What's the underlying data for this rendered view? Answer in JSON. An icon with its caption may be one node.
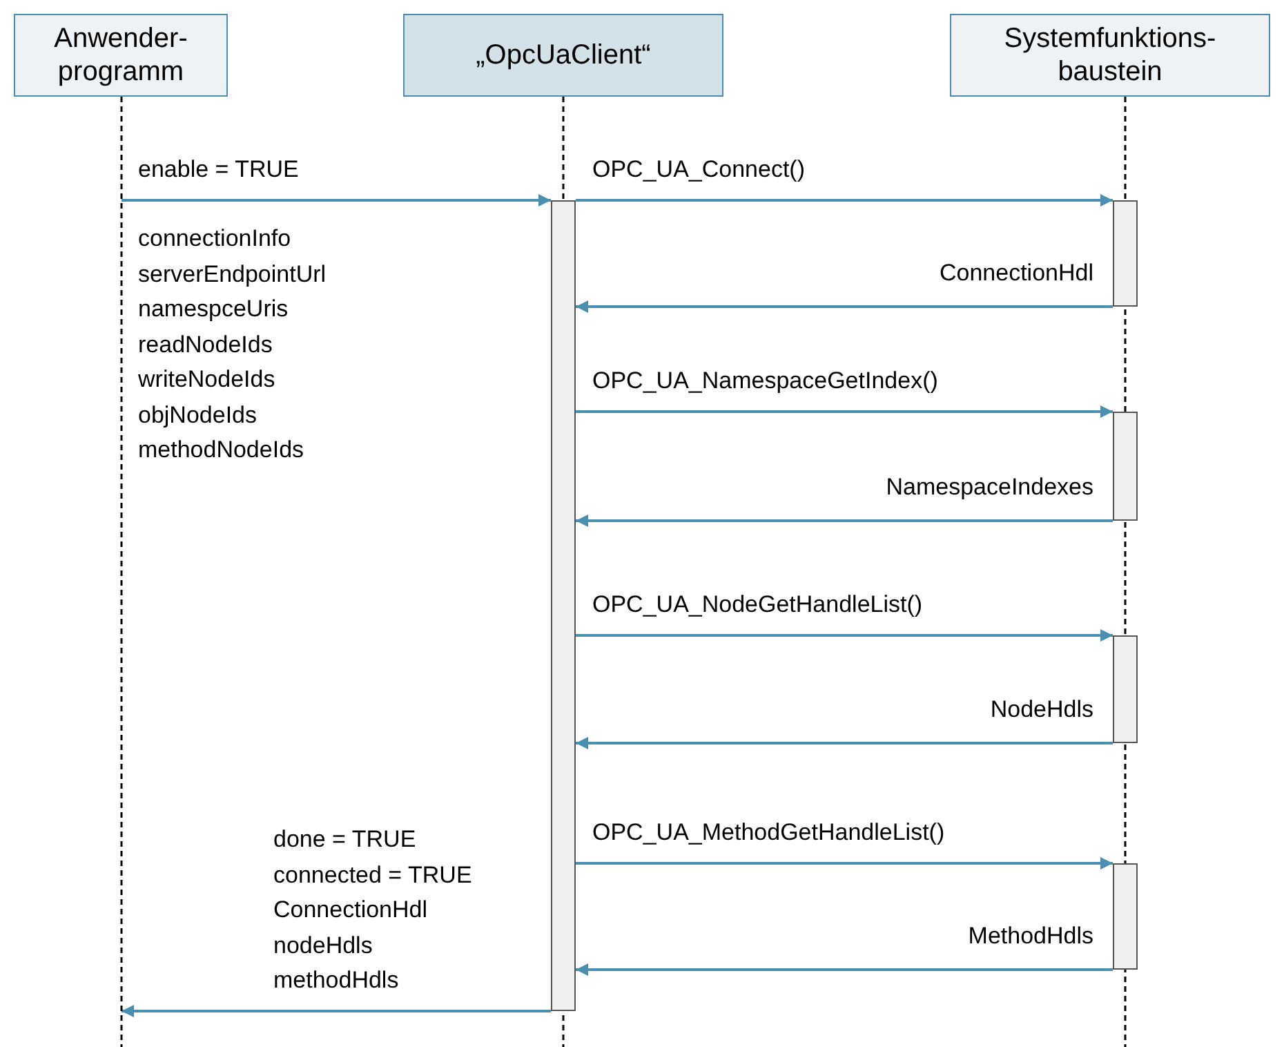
{
  "diagram": {
    "nodes": [
      {
        "text": [
          "Anwender-programm"
        ]
      },
      {
        "text": [
          "„OpcUaClient“"
        ]
      },
      {
        "text": [
          "Systemfunktions-baustein"
        ]
      },
      {
        "text": [],
        "shape": "line"
      },
      {
        "text": [],
        "shape": "bar"
      },
      {
        "text": [],
        "shape": "bar"
      },
      {
        "text": [],
        "shape": "bar"
      },
      {
        "text": [],
        "shape": "bar"
      },
      {
        "text": [],
        "shape": "bar"
      }
    ],
    "edges": [
      {
        "from": 3,
        "to": 4,
        "arrow": "to",
        "label": "enable = TRUE"
      },
      {
        "from": 4,
        "to": 5,
        "arrow": "to",
        "label": "OPC_UA_Connect()"
      },
      {
        "from": 5,
        "to": 4,
        "arrow": "to",
        "label": "ConnectionHdl"
      },
      {
        "from": 4,
        "to": 6,
        "arrow": "to",
        "label": "OPC_UA_NamespaceGetIndex()"
      },
      {
        "from": 6,
        "to": 4,
        "arrow": "to",
        "label": "NamespaceIndexes"
      },
      {
        "from": 4,
        "to": 7,
        "arrow": "to",
        "label": "OPC_UA_NodeGetHandleList()"
      },
      {
        "from": 7,
        "to": 4,
        "arrow": "to",
        "label": "NodeHdls"
      },
      {
        "from": 4,
        "to": 8,
        "arrow": "to",
        "label": "OPC_UA_MethodGetHandleList()"
      },
      {
        "from": 8,
        "to": 4,
        "arrow": "to",
        "label": "MethodHdls"
      },
      {
        "from": 4,
        "to": 3,
        "arrow": "to"
      }
    ],
    "labels": [
      "connectionInfo",
      "serverEndpointUrl",
      "namespceUris",
      "readNodeIds",
      "writeNodeIds",
      "objNodeIds",
      "methodNodeIds",
      "done = TRUE",
      "connected = TRUE",
      "ConnectionHdl",
      "nodeHdls",
      "methodHdls"
    ]
  }
}
